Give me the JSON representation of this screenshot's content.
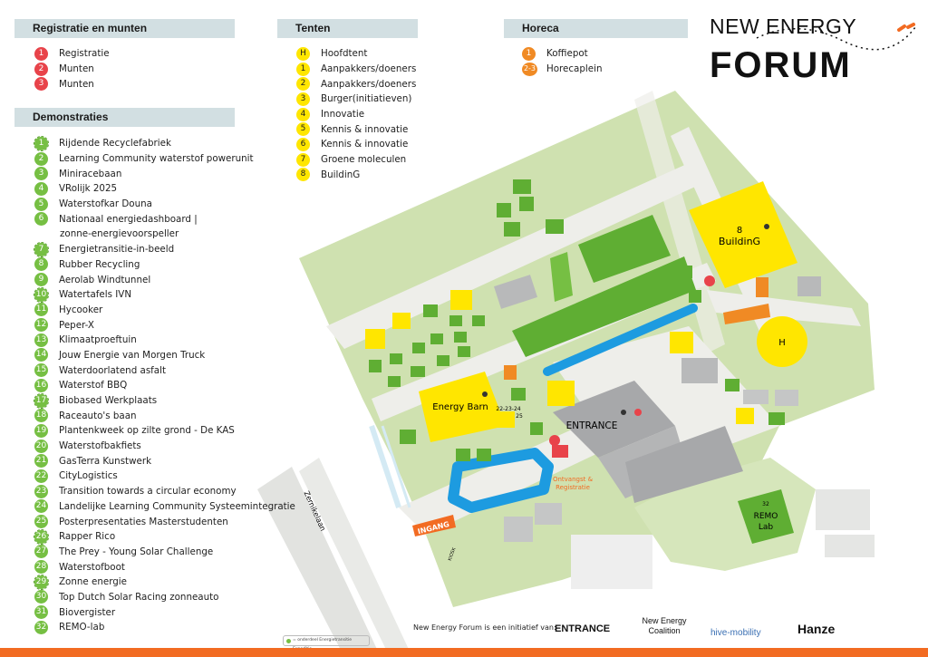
{
  "sections": {
    "registratie": {
      "title": "Registratie en munten",
      "items": [
        {
          "num": "1",
          "label": "Registratie"
        },
        {
          "num": "2",
          "label": "Munten"
        },
        {
          "num": "3",
          "label": "Munten"
        }
      ]
    },
    "tenten": {
      "title": "Tenten",
      "items": [
        {
          "num": "H",
          "label": "Hoofdtent"
        },
        {
          "num": "1",
          "label": "Aanpakkers/doeners"
        },
        {
          "num": "2",
          "label": "Aanpakkers/doeners"
        },
        {
          "num": "3",
          "label": "Burger(initiatieven)"
        },
        {
          "num": "4",
          "label": "Innovatie"
        },
        {
          "num": "5",
          "label": "Kennis & innovatie"
        },
        {
          "num": "6",
          "label": "Kennis & innovatie"
        },
        {
          "num": "7",
          "label": "Groene moleculen"
        },
        {
          "num": "8",
          "label": "BuildinG"
        }
      ]
    },
    "horeca": {
      "title": "Horeca",
      "items": [
        {
          "num": "1",
          "label": "Koffiepot"
        },
        {
          "num": "2-3",
          "label": "Horecaplein"
        }
      ]
    },
    "demonstraties": {
      "title": "Demonstraties",
      "items": [
        {
          "num": "1",
          "label": "Rijdende Recyclefabriek",
          "dashed": true
        },
        {
          "num": "2",
          "label": "Learning Community waterstof powerunit"
        },
        {
          "num": "3",
          "label": "Miniracebaan"
        },
        {
          "num": "4",
          "label": "VRolijk 2025"
        },
        {
          "num": "5",
          "label": "Waterstofkar Douna"
        },
        {
          "num": "6",
          "label": "Nationaal energiedashboard |"
        },
        {
          "num": "",
          "label": "zonne-energievoorspeller"
        },
        {
          "num": "7",
          "label": "Energietransitie-in-beeld",
          "dashed": true
        },
        {
          "num": "8",
          "label": "Rubber Recycling"
        },
        {
          "num": "9",
          "label": "Aerolab Windtunnel"
        },
        {
          "num": "10",
          "label": "Watertafels IVN",
          "dashed": true
        },
        {
          "num": "11",
          "label": "Hycooker"
        },
        {
          "num": "12",
          "label": "Peper-X"
        },
        {
          "num": "13",
          "label": "Klimaatproeftuin"
        },
        {
          "num": "14",
          "label": "Jouw Energie van Morgen Truck"
        },
        {
          "num": "15",
          "label": "Waterdoorlatend asfalt"
        },
        {
          "num": "16",
          "label": "Waterstof BBQ"
        },
        {
          "num": "17",
          "label": "Biobased Werkplaats",
          "dashed": true
        },
        {
          "num": "18",
          "label": "Raceauto's baan"
        },
        {
          "num": "19",
          "label": "Plantenkweek op zilte grond - De KAS"
        },
        {
          "num": "20",
          "label": "Waterstofbakfiets"
        },
        {
          "num": "21",
          "label": "GasTerra Kunstwerk"
        },
        {
          "num": "22",
          "label": "CityLogistics"
        },
        {
          "num": "23",
          "label": "Transition towards a circular economy"
        },
        {
          "num": "24",
          "label": "Landelijke Learning Community Systeemintegratie"
        },
        {
          "num": "25",
          "label": "Posterpresentaties Masterstudenten"
        },
        {
          "num": "26",
          "label": "Rapper Rico",
          "dashed": true
        },
        {
          "num": "27",
          "label": "The Prey - Young Solar Challenge"
        },
        {
          "num": "28",
          "label": "Waterstofboot"
        },
        {
          "num": "29",
          "label": "Zonne energie",
          "dashed": true
        },
        {
          "num": "30",
          "label": "Top Dutch Solar Racing zonneauto"
        },
        {
          "num": "31",
          "label": "Biovergister"
        },
        {
          "num": "32",
          "label": "REMO-lab"
        }
      ]
    }
  },
  "logo": {
    "line1": "NEW ENERGY",
    "line2": "FORUM"
  },
  "map": {
    "labels": {
      "buildingG_num": "8",
      "buildingG": "BuildinG",
      "energy_barn": "Energy Barn",
      "entrance": "ENTRANCE",
      "ontvangst_1": "Ontvangst &",
      "ontvangst_2": "Registratie",
      "ingang": "INGANG",
      "street": "Zernikelaan",
      "remo_num": "32",
      "remo_1": "REMO",
      "remo_2": "Lab",
      "hoofdtent": "H",
      "bbq": "22-23-24",
      "bbq2": "25",
      "kiosk": "KIOSK"
    }
  },
  "footer": {
    "initiative": "New Energy Forum is een initiatief van:",
    "sponsors": [
      "ENTRANCE",
      "New Energy Coalition",
      "hive-mobility",
      "Hanze"
    ],
    "note": "= onderdeel Energietransitie Expeditie"
  },
  "colors": {
    "grass": "#cfe1b0",
    "path": "#eeeeea",
    "demo": "#76bf43",
    "tent": "#ffe600",
    "horeca": "#f08a24",
    "registration": "#e8434a",
    "water": "#1d9be0",
    "building": "#a7a8aa",
    "footer_bar": "#f26b22"
  }
}
